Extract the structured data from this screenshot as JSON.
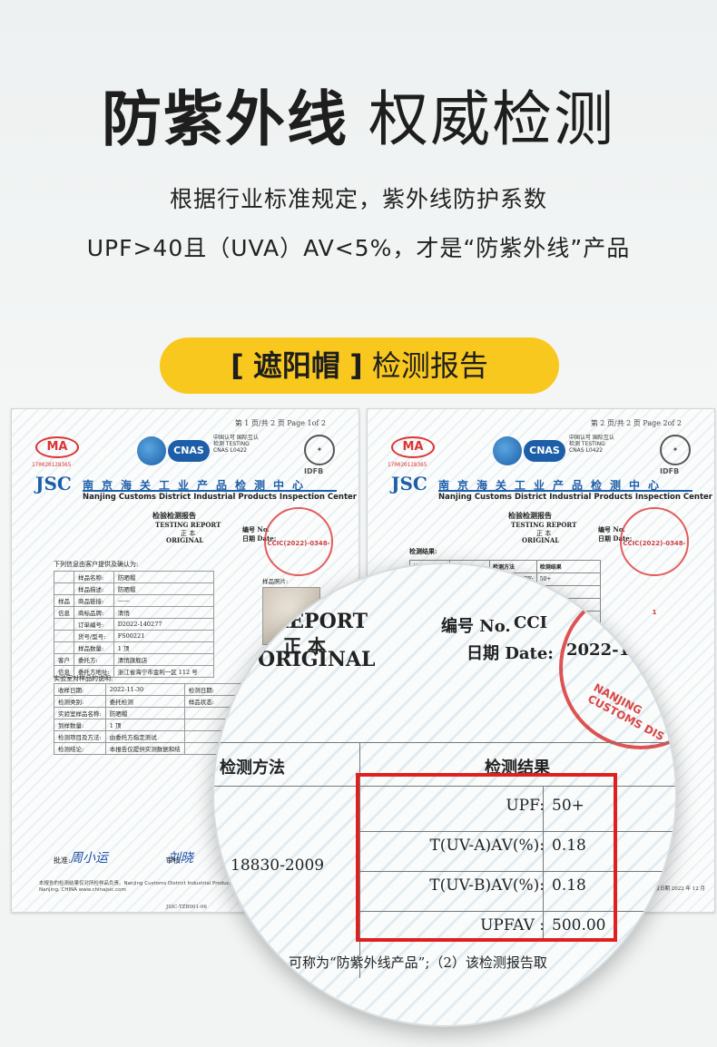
{
  "header": {
    "title_bold": "防紫外线",
    "title_light": "权威检测",
    "subtitle_line1": "根据行业标准规定，紫外线防护系数",
    "subtitle_line2": "UPF>40且（UVA）AV<5%，才是“防紫外线”产品"
  },
  "badge": {
    "bracket_open": "[",
    "product": "遮阳帽",
    "bracket_close": "]",
    "label": "检测报告"
  },
  "doc1": {
    "page": "第 1 页/共 2 页  Page 1of 2",
    "ma": "MA",
    "ma_num": "170020128365",
    "cnas": "CNAS",
    "cnas_text": "中国认可 国际互认 检测 TESTING CNAS L0422",
    "idfb_label": "IDFB",
    "jsc": "JSC",
    "center_cn": "南京海关工业产品检测中心",
    "center_en": "Nanjing Customs District Industrial Products Inspection Center",
    "report_cn": "检验检测报告",
    "report_en": "TESTING REPORT",
    "report_zh2": "正 本",
    "report_orig": "ORIGINAL",
    "no_label": "编号 No.",
    "date_label": "日期 Date:",
    "stamp_text": "CCIC(2022)-0348-1",
    "table_title": "下列信息由客户提供及确认为:",
    "photo_label": "样品照片:",
    "rows": [
      {
        "group": "",
        "k": "样品名称:",
        "v": "防晒帽"
      },
      {
        "group": "",
        "k": "样品描述:",
        "v": "防晒帽"
      },
      {
        "group": "样品",
        "k": "商品链接:",
        "v": "——"
      },
      {
        "group": "信息",
        "k": "商标品牌:",
        "v": "清悄"
      },
      {
        "group": "",
        "k": "订单编号:",
        "v": "D2022-140277"
      },
      {
        "group": "",
        "k": "货号/型号:",
        "v": "FS00221"
      },
      {
        "group": "",
        "k": "样品数量:",
        "v": "1 顶"
      },
      {
        "group": "客户",
        "k": "委托方:",
        "v": "清悄旗舰店"
      },
      {
        "group": "信息",
        "k": "委托方地址:",
        "v": "浙江省海宁市金利一区 112 号"
      }
    ],
    "lab_title": "实验室对样品的说明:",
    "lab_rows": [
      {
        "k": "收样日期:",
        "v": "2022-11-30",
        "k2": "检测日期:"
      },
      {
        "k": "检测类别:",
        "v": "委托检测",
        "k2": "样品状态:"
      },
      {
        "k": "实验室样品名称:",
        "v": "防晒帽",
        "k2": ""
      },
      {
        "k": "到样数量:",
        "v": "1 顶",
        "k2": ""
      },
      {
        "k": "检测项目及方法:",
        "v": "由委托方指定测试",
        "k2": ""
      },
      {
        "k": "检测结论:",
        "v": "本报告仅提供实测数据和结",
        "k2": ""
      }
    ],
    "approve_label": "批准:",
    "approve_sign": "周小运",
    "review_label": "审核:",
    "review_sign": "刘晓",
    "footer": "本报告的检测结果仅对所检样品负责。Nanjing Customs District Industrial Products Inspection Center. 39# Chuangzhi Rd. Nanjing, CHINA  www.chinajsic.com",
    "footer_code": "JSIC-TZB001-06"
  },
  "doc2": {
    "page": "第 2 页/共 2 页  Page 2of 2",
    "ma": "MA",
    "ma_num": "170020128365",
    "cnas": "CNAS",
    "cnas_text": "中国认可 国际互认 检测 TESTING CNAS L0422",
    "idfb_label": "IDFB",
    "jsc": "JSC",
    "center_cn": "南京海关工业产品检测中心",
    "center_en": "Nanjing Customs District Industrial Products Inspection Center",
    "report_cn": "检验检测报告",
    "report_en": "TESTING REPORT",
    "report_zh2": "正 本",
    "report_orig": "ORIGINAL",
    "no_label": "编号 No.",
    "date_label": "日期 Date:",
    "stamp_text": "CCIC(2022)-0348-1",
    "results_title": "检测结果:",
    "results_head": [
      "检测项目",
      "单位",
      "检测方法",
      "检测结果"
    ],
    "results": [
      {
        "k": "UPF:",
        "v": "50+"
      },
      {
        "k": "T(UV-A)AV(%):",
        "v": "0.18"
      },
      {
        "k": "T(UV-B)AV(%):",
        "v": "0.18"
      },
      {
        "k": "UPFAV:",
        "v": "500.00"
      }
    ],
    "bottom_text": "报告签发日期 2022 年 12 月"
  },
  "magnifier": {
    "report": "REPORT",
    "zheng": "正 本",
    "original": "ORIGINAL",
    "no_label": "编号 No.",
    "no_value": "CCI",
    "date_label": "日期 Date:",
    "date_value": "2022-12-",
    "stamp_text": "NANJING CUSTOMS DIS",
    "method_label": "检测方法",
    "result_label": "检测结果",
    "standard": "18830-2009",
    "rows": [
      {
        "k": "UPF:",
        "v": "50+"
      },
      {
        "k": "T(UV-A)AV(%):",
        "v": "0.18"
      },
      {
        "k": "T(UV-B)AV(%):",
        "v": "0.18"
      },
      {
        "k": "UPFAV :",
        "v": "500.00"
      }
    ],
    "footnote": "可称为“防紫外线产品”;（2）该检测报告取"
  },
  "colors": {
    "accent_yellow": "#f9c81f",
    "stamp_red": "#e02020",
    "org_blue": "#1d5ea8"
  }
}
